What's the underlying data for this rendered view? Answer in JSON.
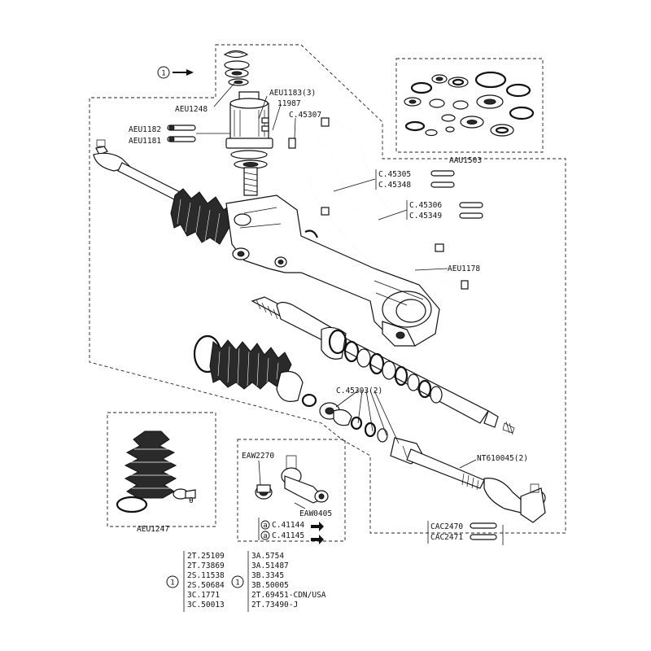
{
  "labels": {
    "aeu1248": "AEU1248",
    "aeu1183": "AEU1183(3)",
    "n11987": "11987",
    "c45307": "C.45307",
    "aeu1182": "AEU1182",
    "aeu1181": "AEU1181",
    "aau1503": "AAU1503",
    "c45305": "C.45305",
    "c45348": "C.45348",
    "c45306": "C.45306",
    "c45349": "C.45349",
    "aeu1178": "AEU1178",
    "c45303": "C.45303(2)",
    "nt610045": "NT610045(2)",
    "eaw2270": "EAW2270",
    "eaw0405": "EAW0405",
    "c41144": "C.41144",
    "c41145": "C.41145",
    "aeu1247": "AEU1247",
    "cac2470": "CAC2470",
    "cac2471": "CAC2471",
    "small_theta": "θ"
  },
  "callout_markers": {
    "top": "1",
    "bottom_left": "1",
    "bottom_right": "1",
    "circle_a": "a",
    "circle_b": "a"
  },
  "part_numbers_col1": [
    "2T.25109",
    "2T.73869",
    "2S.11538",
    "2S.50684",
    "3C.1771",
    "3C.50013"
  ],
  "part_numbers_col2": [
    "3A.5754",
    "3A.51487",
    "3B.3345",
    "3B.50005",
    "2T.69451-CDN/USA",
    "2T.73490-J"
  ]
}
